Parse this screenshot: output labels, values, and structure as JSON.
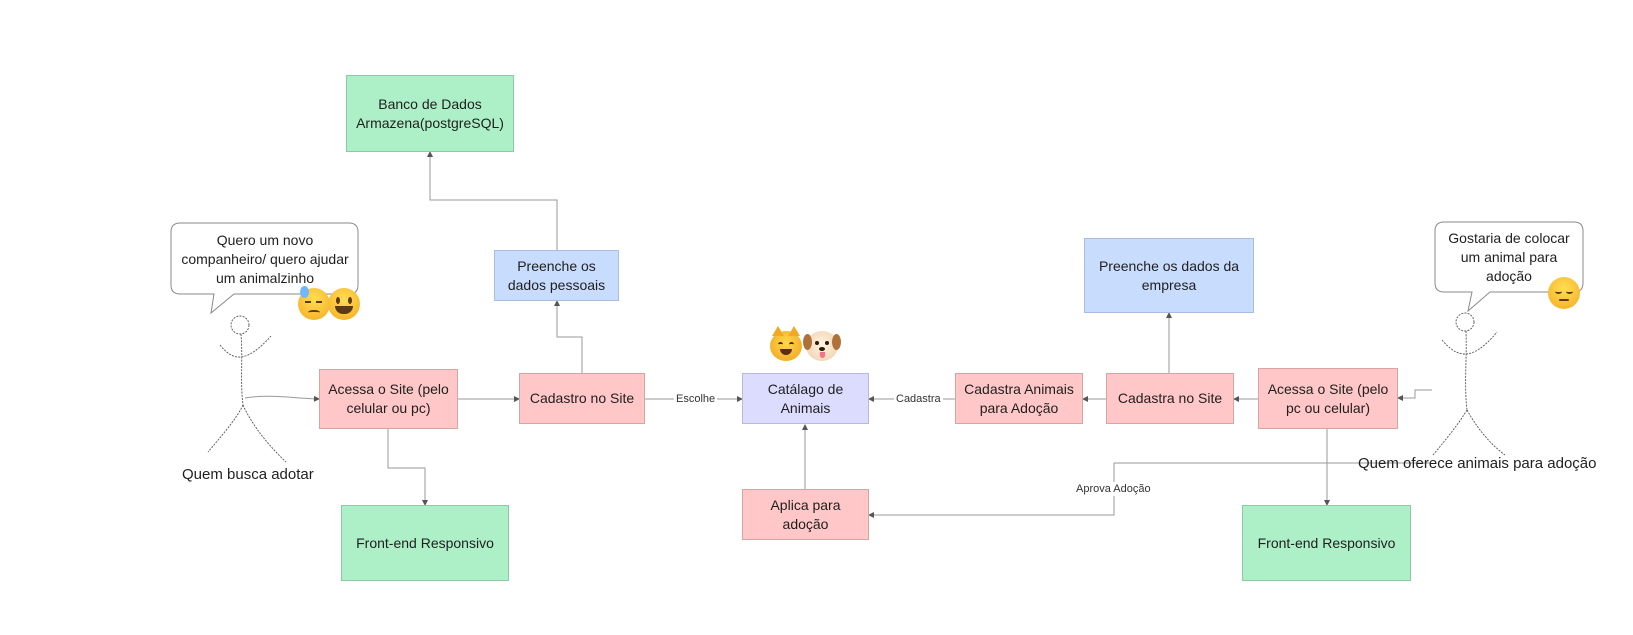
{
  "nodes": {
    "banco": "Banco de Dados Armazena(postgreSQL)",
    "preenche_pessoais": "Preenche os dados pessoais",
    "acessa_left": "Acessa o Site (pelo celular ou pc)",
    "cadastro_left": "Cadastro no Site",
    "frontend_left": "Front-end Responsivo",
    "catalogo": "Catálago de Animais",
    "aplica": "Aplica para adoção",
    "cadastra_animais": "Cadastra Animais para Adoção",
    "cadastra_right": "Cadastra no Site",
    "acessa_right": "Acessa o Site (pelo pc ou celular)",
    "preenche_empresa": "Preenche os dados da empresa",
    "frontend_right": "Front-end Responsivo"
  },
  "edge_labels": {
    "escolhe": "Escolhe",
    "cadastra": "Cadastra",
    "aprova": "Aprova Adoção"
  },
  "actors": {
    "left": {
      "label": "Quem busca adotar",
      "speech": "Quero um novo companheiro/ quero ajudar um animalzinho"
    },
    "right": {
      "label": "Quem oferece animais para adoção",
      "speech": "Gostaria de colocar um animal para adoção"
    }
  },
  "emoji_names": [
    "sweat-face-icon",
    "grin-face-icon",
    "cat-face-icon",
    "dog-face-icon",
    "pensive-face-icon"
  ],
  "colors": {
    "red": "#ffc7c7",
    "green": "#adf0c7",
    "blue": "#c8dcfd",
    "lavender": "#dcdcff"
  }
}
